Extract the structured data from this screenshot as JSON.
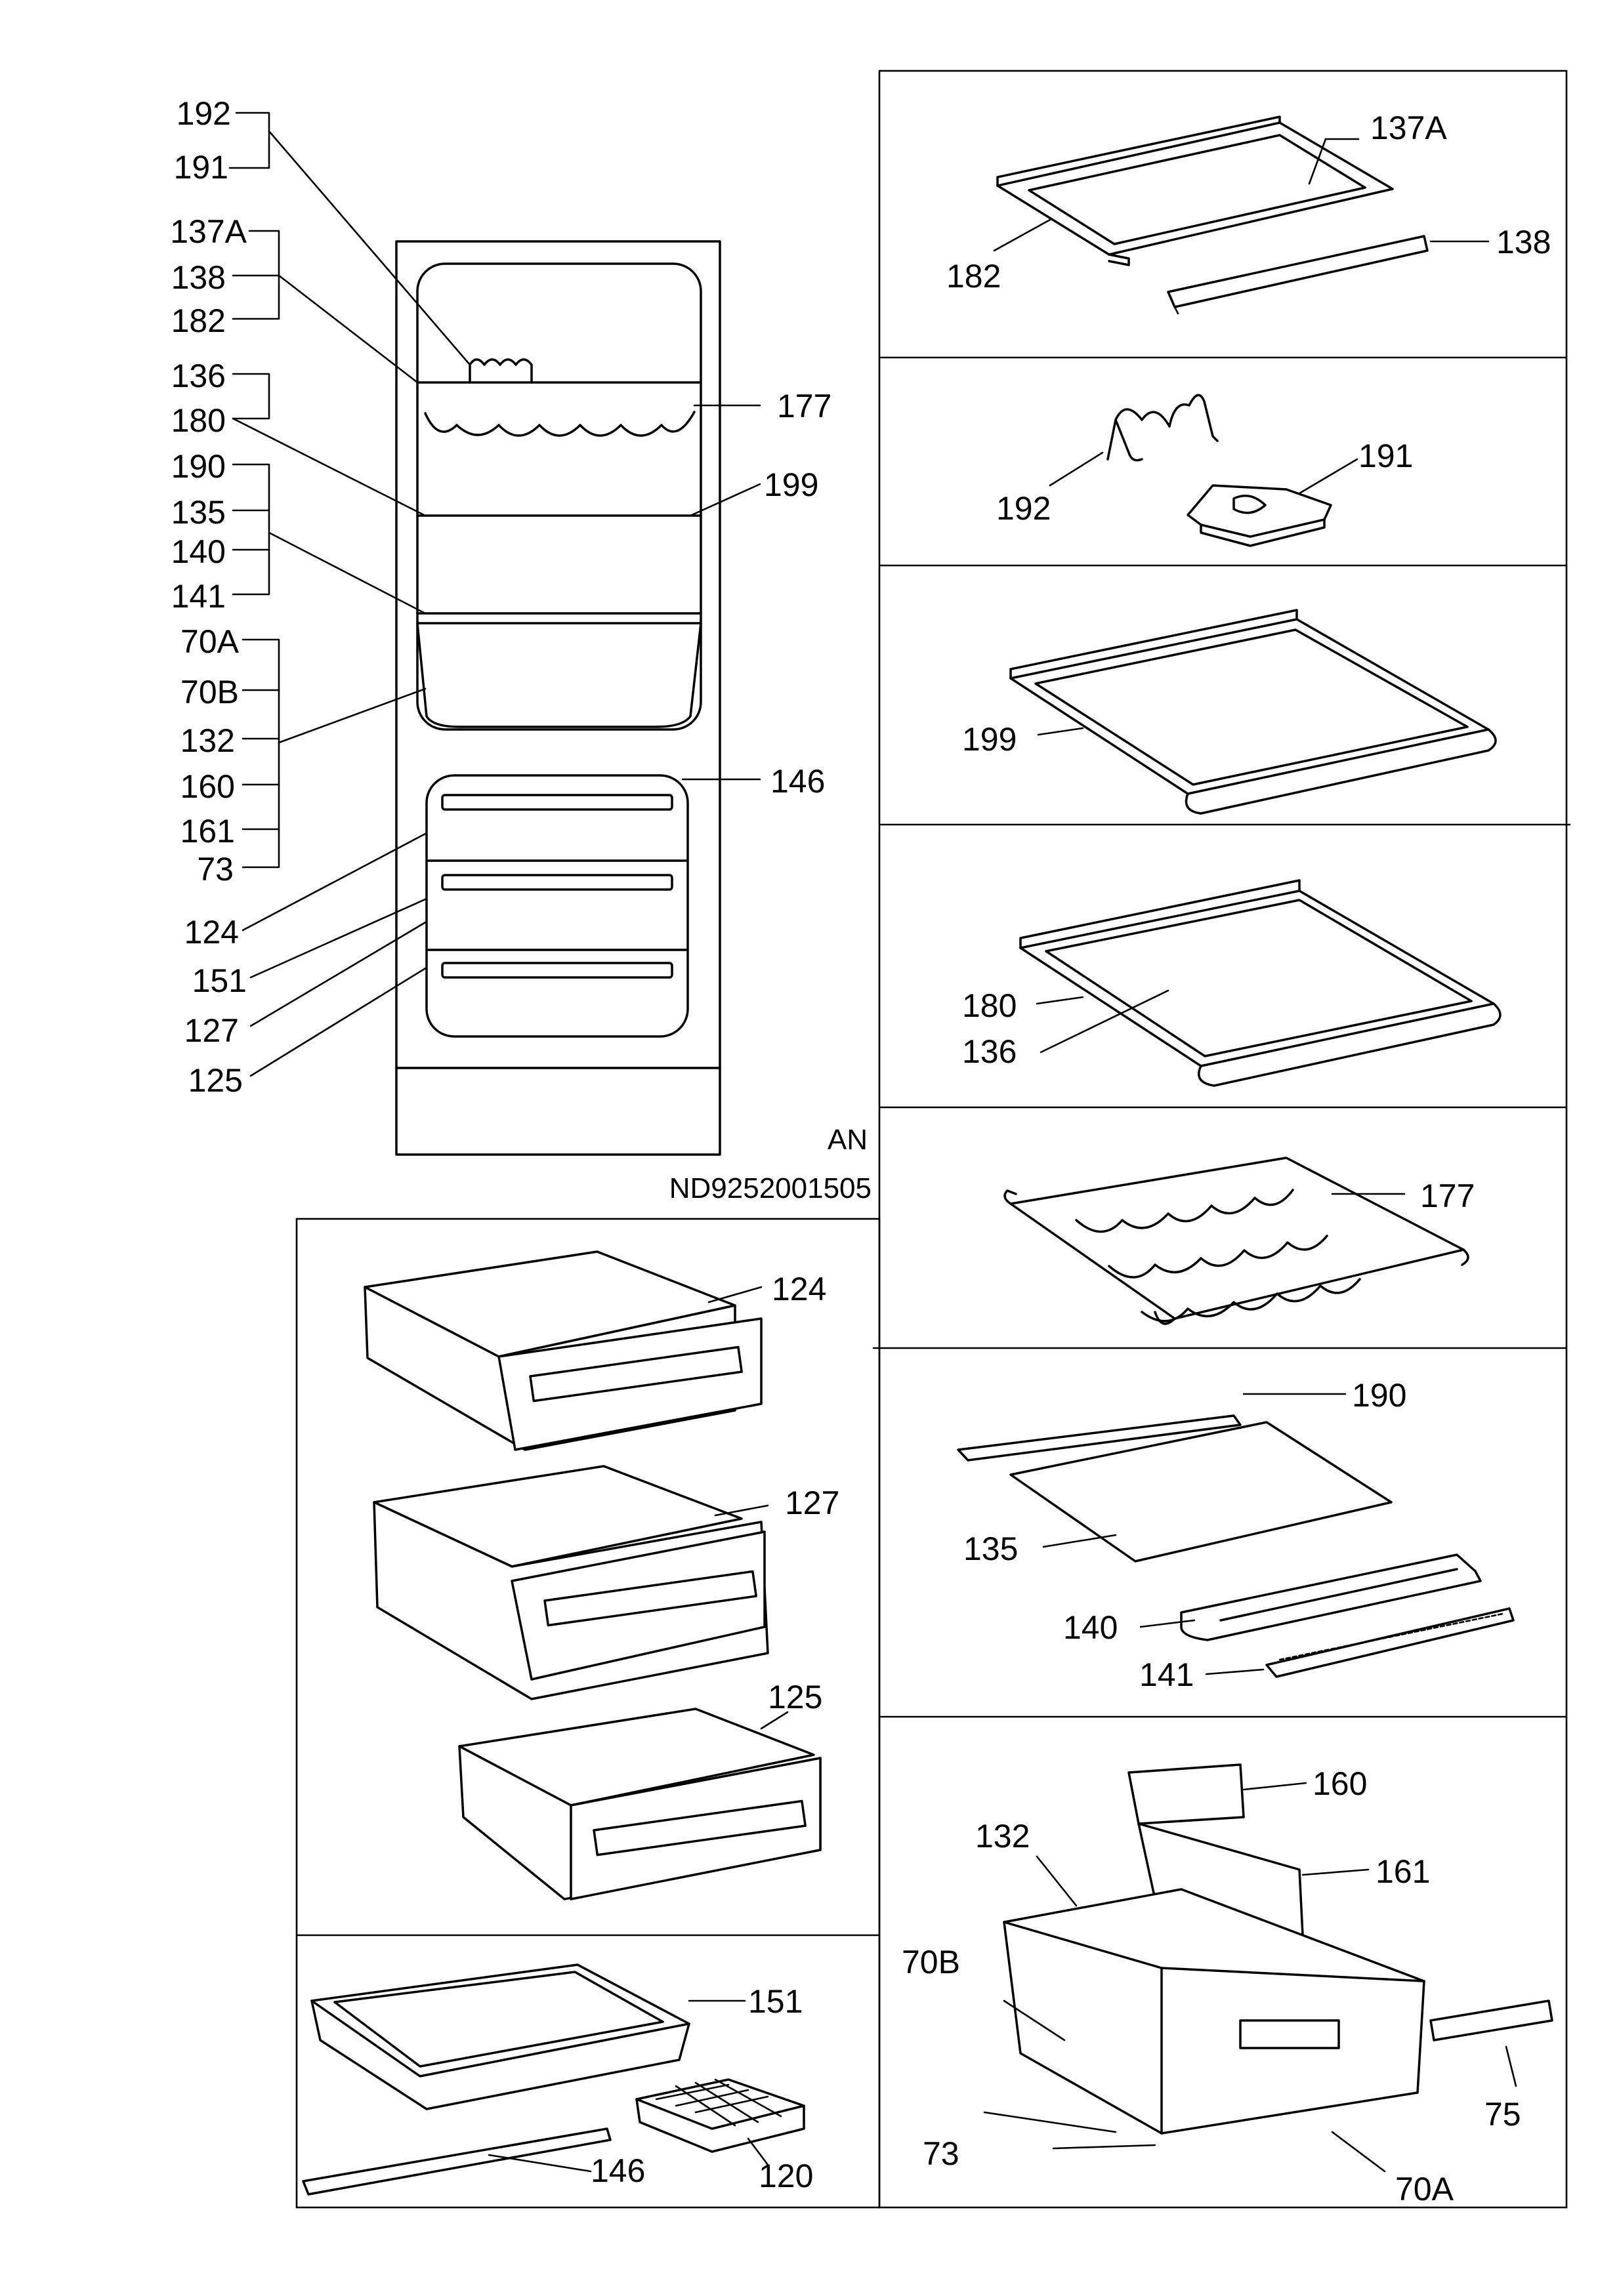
{
  "callouts": {
    "c192a": "192",
    "c191a": "191",
    "c137Aa": "137A",
    "c138a": "138",
    "c182a": "182",
    "c136a": "136",
    "c180a": "180",
    "c190a": "190",
    "c135a": "135",
    "c140a": "140",
    "c141a": "141",
    "c70Aa": "70A",
    "c70Ba": "70B",
    "c132a": "132",
    "c160a": "160",
    "c161a": "161",
    "c73a": "73",
    "c124a": "124",
    "c151a": "151",
    "c127a": "127",
    "c125a": "125",
    "c177a": "177",
    "c199a": "199",
    "c146a": "146",
    "p137A": "137A",
    "p182": "182",
    "p138": "138",
    "p192": "192",
    "p191": "191",
    "p199": "199",
    "p180": "180",
    "p136": "136",
    "p177": "177",
    "p190": "190",
    "p135": "135",
    "p140": "140",
    "p141": "141",
    "p132": "132",
    "p160": "160",
    "p161": "161",
    "p70B": "70B",
    "p73": "73",
    "p75": "75",
    "p70A": "70A",
    "p124": "124",
    "p127": "127",
    "p125": "125",
    "p151": "151",
    "p146": "146",
    "p120": "120"
  },
  "model_code": {
    "variant": "AN",
    "number": "ND9252001505"
  }
}
